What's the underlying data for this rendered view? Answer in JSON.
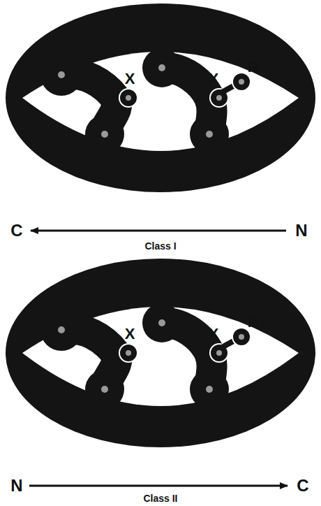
{
  "diagram": {
    "labels": [
      "X",
      "X",
      "R",
      "C",
      "N",
      "Class I",
      "X",
      "X",
      "R",
      "N",
      "C",
      "Class II"
    ]
  }
}
